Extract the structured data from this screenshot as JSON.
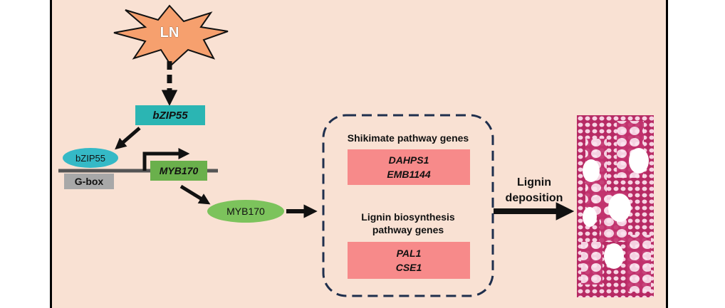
{
  "stimulus": {
    "label": "LN",
    "color": "#f6a06e"
  },
  "gene_box": {
    "label": "bZIP55",
    "color": "#2bb5b3"
  },
  "protein_bzip": {
    "label": "bZIP55",
    "color": "#35b9c6"
  },
  "promoter": {
    "label": "G-box"
  },
  "target_gene": {
    "label": "MYB170",
    "color": "#6ab04c"
  },
  "protein_myb": {
    "label": "MYB170",
    "color": "#7cc35c"
  },
  "groups": [
    {
      "title": "Shikimate pathway genes",
      "genes": [
        "DAHPS1",
        "EMB1144"
      ]
    },
    {
      "title_line1": "Lignin biosynthesis",
      "title_line2": "pathway genes",
      "genes": [
        "PAL1",
        "CSE1"
      ]
    }
  ],
  "outcome": {
    "line1": "Lignin",
    "line2": "deposition"
  },
  "colors": {
    "background": "#f9e1d3",
    "gene_highlight": "#f78a8a",
    "tissue": "#c2326e"
  }
}
